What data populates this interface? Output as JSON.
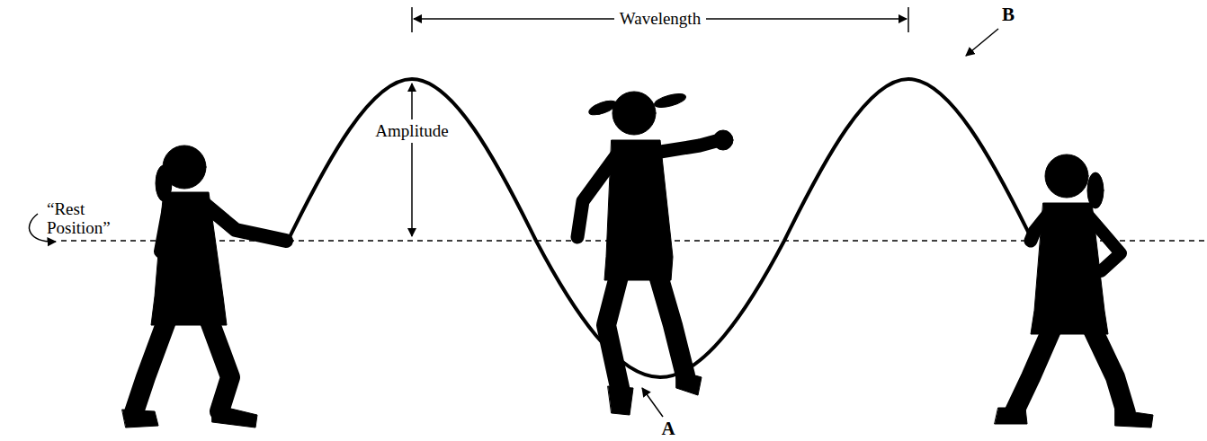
{
  "diagram": {
    "labels": [
      "Wavelength",
      "Amplitude",
      "“Rest Position”",
      "A",
      "B"
    ]
  }
}
